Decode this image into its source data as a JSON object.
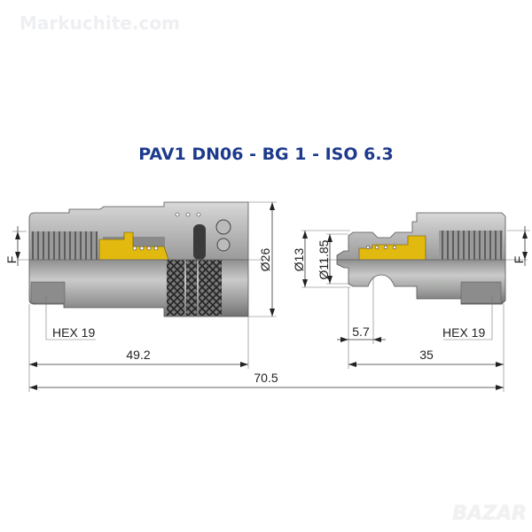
{
  "watermarks": {
    "site": "Markuchite.com",
    "bazar": "BAZAR"
  },
  "title": "PAV1 DN06 - BG 1 - ISO 6.3",
  "dimensions": {
    "female_thread": "F",
    "male_thread": "F",
    "female_hex": "HEX 19",
    "male_hex": "HEX 19",
    "female_diameter": "Ø26",
    "male_diameter_outer": "Ø13",
    "male_diameter_inner": "Ø11.85",
    "female_length": "49.2",
    "male_tip": "5.7",
    "male_length": "35",
    "total_length": "70.5"
  },
  "colors": {
    "title": "#1d3a8c",
    "brass": "#e2b90f",
    "steel": "#a9aaa9"
  }
}
